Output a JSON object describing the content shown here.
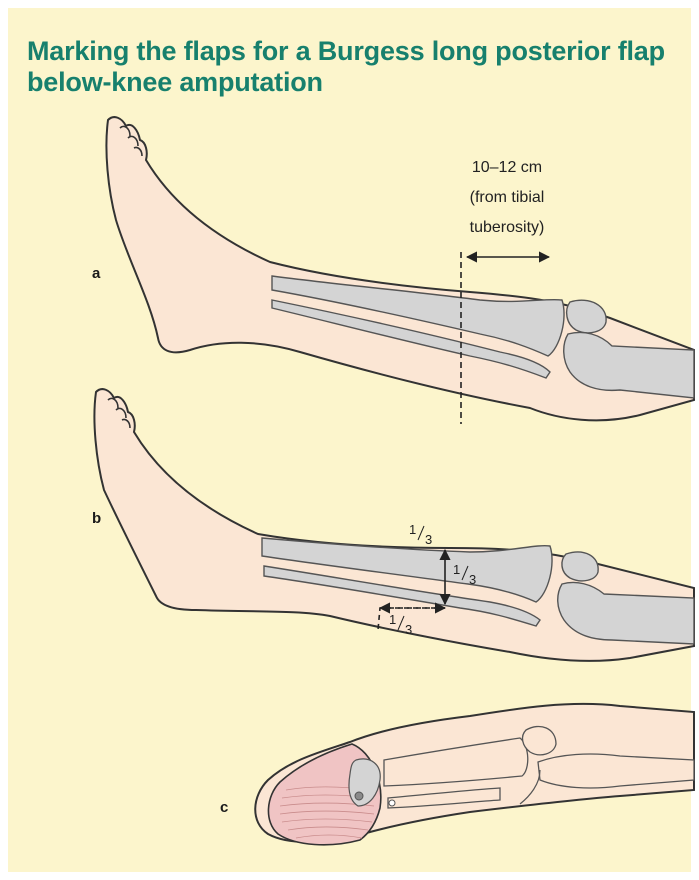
{
  "title": "Marking the flaps for a Burgess long posterior flap below-knee amputation",
  "colors": {
    "background": "#fcf5cc",
    "title": "#17806d",
    "skin": "#fbe6d4",
    "bone": "#d4d4d4",
    "flap": "#f0c4c4",
    "outline": "#333333"
  },
  "panels": {
    "a": {
      "letter": "a",
      "measurement": {
        "line1": "10–12 cm",
        "line2": "(from tibial",
        "line3": "tuberosity)"
      }
    },
    "b": {
      "letter": "b",
      "fraction_top": "1/3",
      "fraction_side": "1/3",
      "fraction_bottom": "1/3",
      "fraction_num": "1",
      "fraction_den": "3"
    },
    "c": {
      "letter": "c"
    }
  }
}
